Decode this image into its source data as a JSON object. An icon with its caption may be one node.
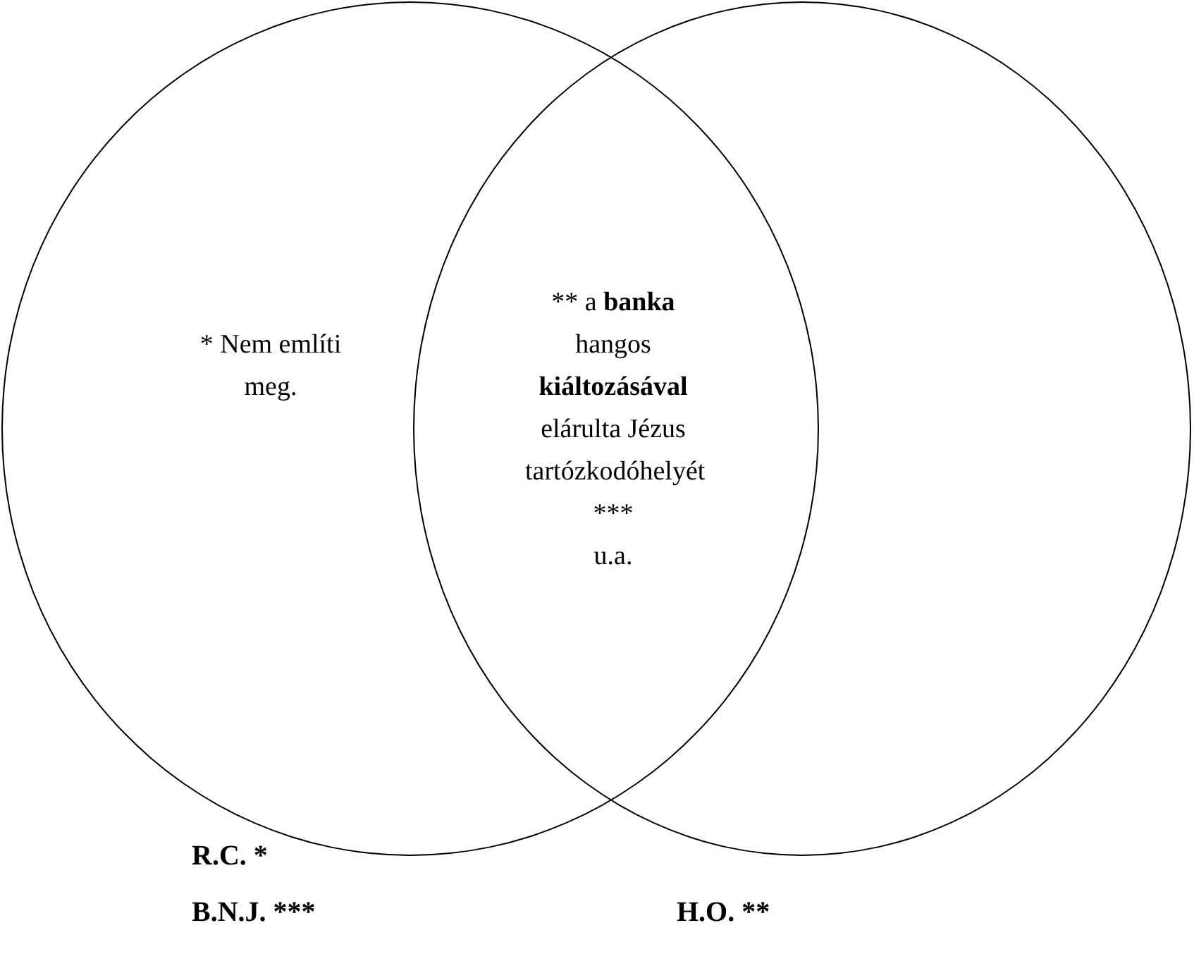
{
  "diagram": {
    "nodes": [
      {
        "text": [
          "* Nem említi meg."
        ]
      },
      {
        "text": [],
        "shape": "circle"
      },
      {
        "text": [
          "** a **banka** hangos **kiáltozásával** elárulta Jézus tartózkodóhelyét",
          "***",
          "u.a."
        ]
      }
    ],
    "edges": [],
    "labels": [
      "R.C. *",
      "B.N.J. ***",
      "H.O. **"
    ]
  }
}
